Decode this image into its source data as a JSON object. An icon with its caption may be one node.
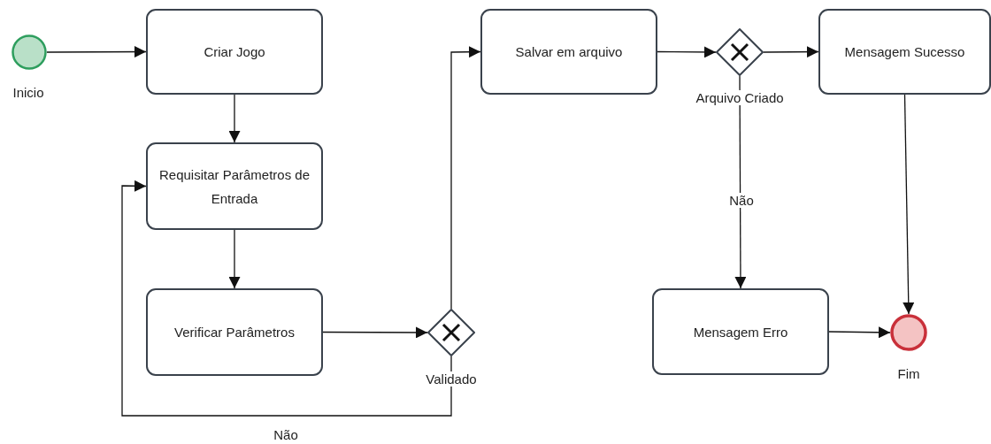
{
  "diagram": {
    "nodes": [
      {
        "text": [],
        "shape": "circle",
        "beside": [
          "Inicio"
        ]
      },
      {
        "text": [
          "Criar Jogo"
        ]
      },
      {
        "text": [
          "Requisitar Parâmetros de Entrada"
        ]
      },
      {
        "text": [
          "Verificar Parâmetros"
        ]
      },
      {
        "text": [],
        "shape": "diamond",
        "beside": [
          "Validado"
        ]
      },
      {
        "text": [
          "Salvar em arquivo"
        ]
      },
      {
        "text": [],
        "shape": "diamond",
        "beside": [
          "Arquivo Criado"
        ]
      },
      {
        "text": [
          "Mensagem Sucesso"
        ]
      },
      {
        "text": [
          "Mensagem Erro"
        ]
      },
      {
        "text": [],
        "shape": "circle",
        "beside": [
          "Fim"
        ]
      }
    ],
    "edges": [
      {
        "from": 0,
        "to": 1,
        "arrow": "to"
      },
      {
        "from": 1,
        "to": 2,
        "arrow": "to"
      },
      {
        "from": 2,
        "to": 3,
        "arrow": "to"
      },
      {
        "from": 3,
        "to": 4,
        "arrow": "to"
      },
      {
        "from": 4,
        "to": 5,
        "arrow": "to"
      },
      {
        "from": 4,
        "to": 2,
        "arrow": "to",
        "label": "Não"
      },
      {
        "from": 5,
        "to": 6,
        "arrow": "to"
      },
      {
        "from": 6,
        "to": 7,
        "arrow": "to"
      },
      {
        "from": 6,
        "to": 8,
        "arrow": "to",
        "label": "Não"
      },
      {
        "from": 7,
        "to": 9,
        "arrow": "to"
      },
      {
        "from": 8,
        "to": 9,
        "arrow": "to"
      }
    ]
  }
}
